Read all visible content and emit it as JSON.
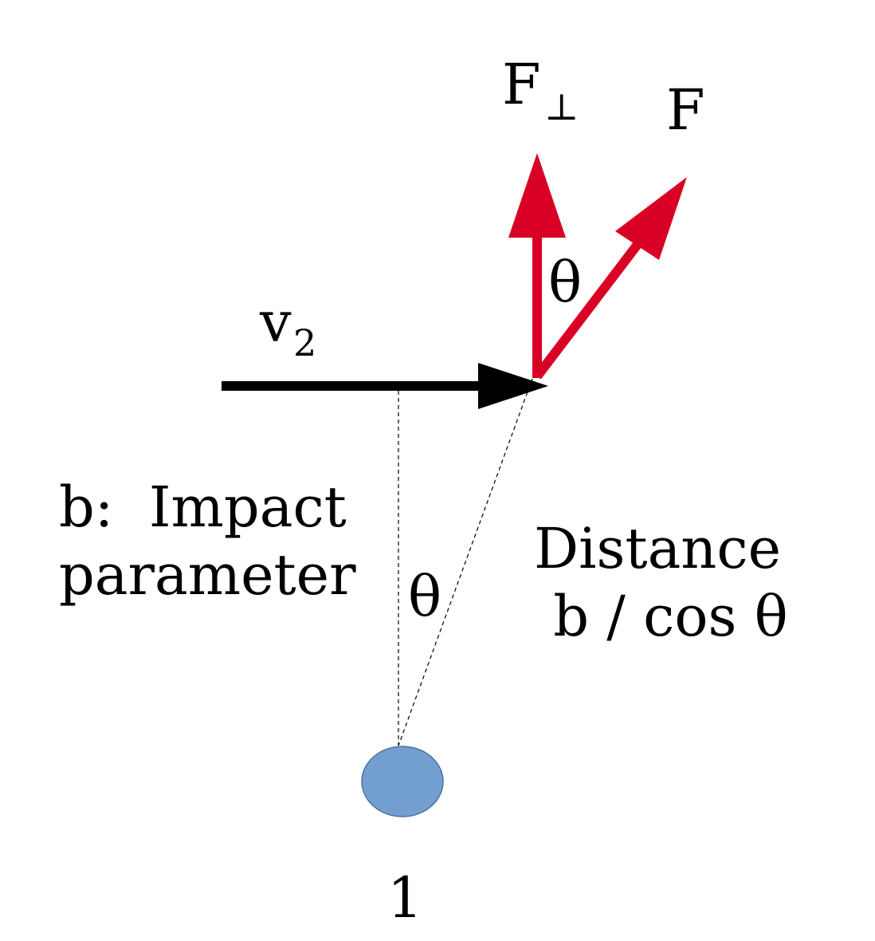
{
  "colors": {
    "force": "#d90025",
    "velocity": "#000000",
    "particle": "#729fcf",
    "particle_edge": "#4a72a8"
  },
  "labels": {
    "f_perp_main": "F",
    "f_perp_sub": "⊥",
    "f": "F",
    "theta_top": "θ",
    "v_main": "v",
    "v_sub": "2",
    "impact_line1": "b:  Impact",
    "impact_line2": "parameter",
    "theta_bottom": "θ",
    "distance_line1": "Distance",
    "distance_line2": " b / cos θ",
    "particle_label": "1"
  }
}
